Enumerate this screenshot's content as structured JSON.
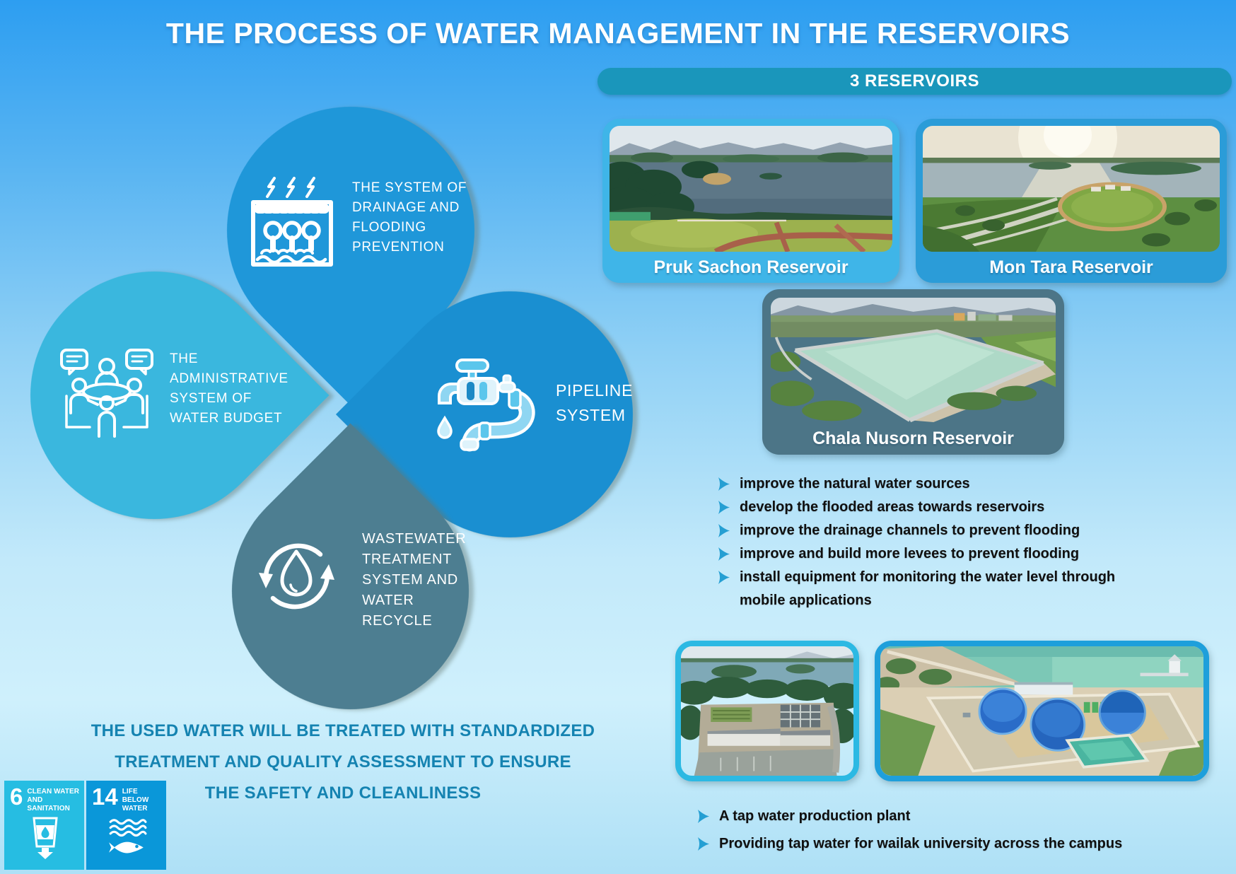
{
  "title": "THE PROCESS OF WATER MANAGEMENT IN THE RESERVOIRS",
  "banner": {
    "label": "3 RESERVOIRS"
  },
  "systems": {
    "drainage": {
      "label": "THE SYSTEM OF\nDRAINAGE AND\nFLOODING\nPREVENTION",
      "color": "#1f97d9",
      "icon": "floodgate-icon"
    },
    "administrative": {
      "label": "THE\nADMINISTRATIVE\nSYSTEM OF\nWATER BUDGET",
      "color": "#3ab7de",
      "icon": "meeting-icon"
    },
    "pipeline": {
      "label": "PIPELINE\nSYSTEM",
      "color": "#1a8fd1",
      "icon": "faucet-pipes-icon"
    },
    "wastewater": {
      "label": "WASTEWATER\nTREATMENT\nSYSTEM AND\nWATER\nRECYCLE",
      "color": "#4d7e91",
      "icon": "recycle-drop-icon"
    }
  },
  "reservoirs": [
    {
      "name": "Pruk Sachon Reservoir",
      "card_color": "#3fb5e8"
    },
    {
      "name": "Mon Tara Reservoir",
      "card_color": "#2b9cd8"
    },
    {
      "name": "Chala Nusorn Reservoir",
      "card_color": "#4c7587"
    }
  ],
  "actions": [
    "improve the natural water sources",
    "develop the flooded areas towards reservoirs",
    "improve the drainage channels to prevent flooding",
    "improve and build more levees to prevent flooding",
    "install equipment for monitoring the water level through mobile applications"
  ],
  "statement": "THE USED WATER WILL BE TREATED WITH STANDARDIZED\nTREATMENT AND QUALITY ASSESSMENT TO ENSURE\nTHE SAFETY AND CLEANLINESS",
  "tap_water": [
    "A tap water production plant",
    "Providing tap water for wailak university across the campus"
  ],
  "sdg_badges": [
    {
      "number": "6",
      "label": "CLEAN WATER\nAND SANITATION",
      "color": "#26bde2",
      "icon": "water-glass-icon"
    },
    {
      "number": "14",
      "label": "LIFE BELOW\nWATER",
      "color": "#0a97d9",
      "icon": "fish-icon"
    }
  ],
  "colors": {
    "background_top": "#2d9ef1",
    "background_bottom": "#aee0f6",
    "banner": "#1a96bb",
    "statement_text": "#1583b1",
    "bullet_arrow": "#259fd3",
    "photo_border_light": "#2cb9e3",
    "photo_border_dark": "#1e9fdb"
  }
}
